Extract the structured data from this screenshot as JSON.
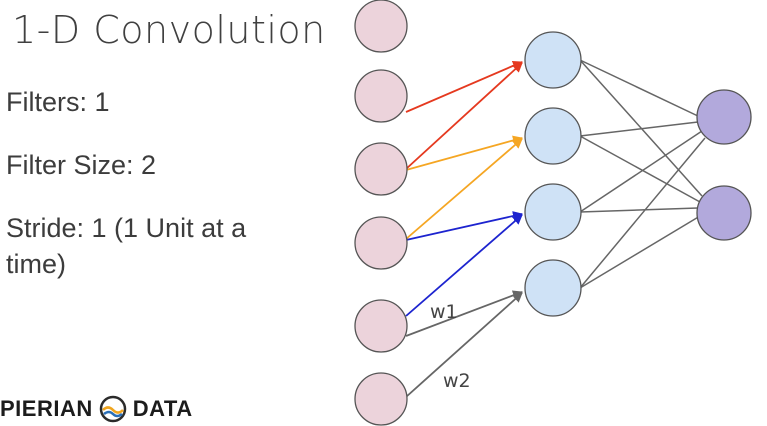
{
  "title": "1-D Convolution",
  "bullets": {
    "filters": "Filters: 1",
    "filter_size": "Filter Size: 2",
    "stride": "Stride: 1 (1 Unit at a time)"
  },
  "logo": {
    "left_text": "PIERIAN",
    "right_text": "DATA",
    "icon": "wave-circle-icon"
  },
  "diagram": {
    "weight_labels": [
      "w1",
      "w2"
    ],
    "colors": {
      "input_node": "#ecd3db",
      "hidden_node": "#cfe2f6",
      "output_node": "#b2a9dc",
      "node_stroke": "#555555",
      "edge_red": "#e5391f",
      "edge_orange": "#f5a623",
      "edge_blue": "#1d24cf",
      "edge_gray": "#666666"
    },
    "layers": {
      "input": 6,
      "hidden": 4,
      "output": 2
    }
  }
}
